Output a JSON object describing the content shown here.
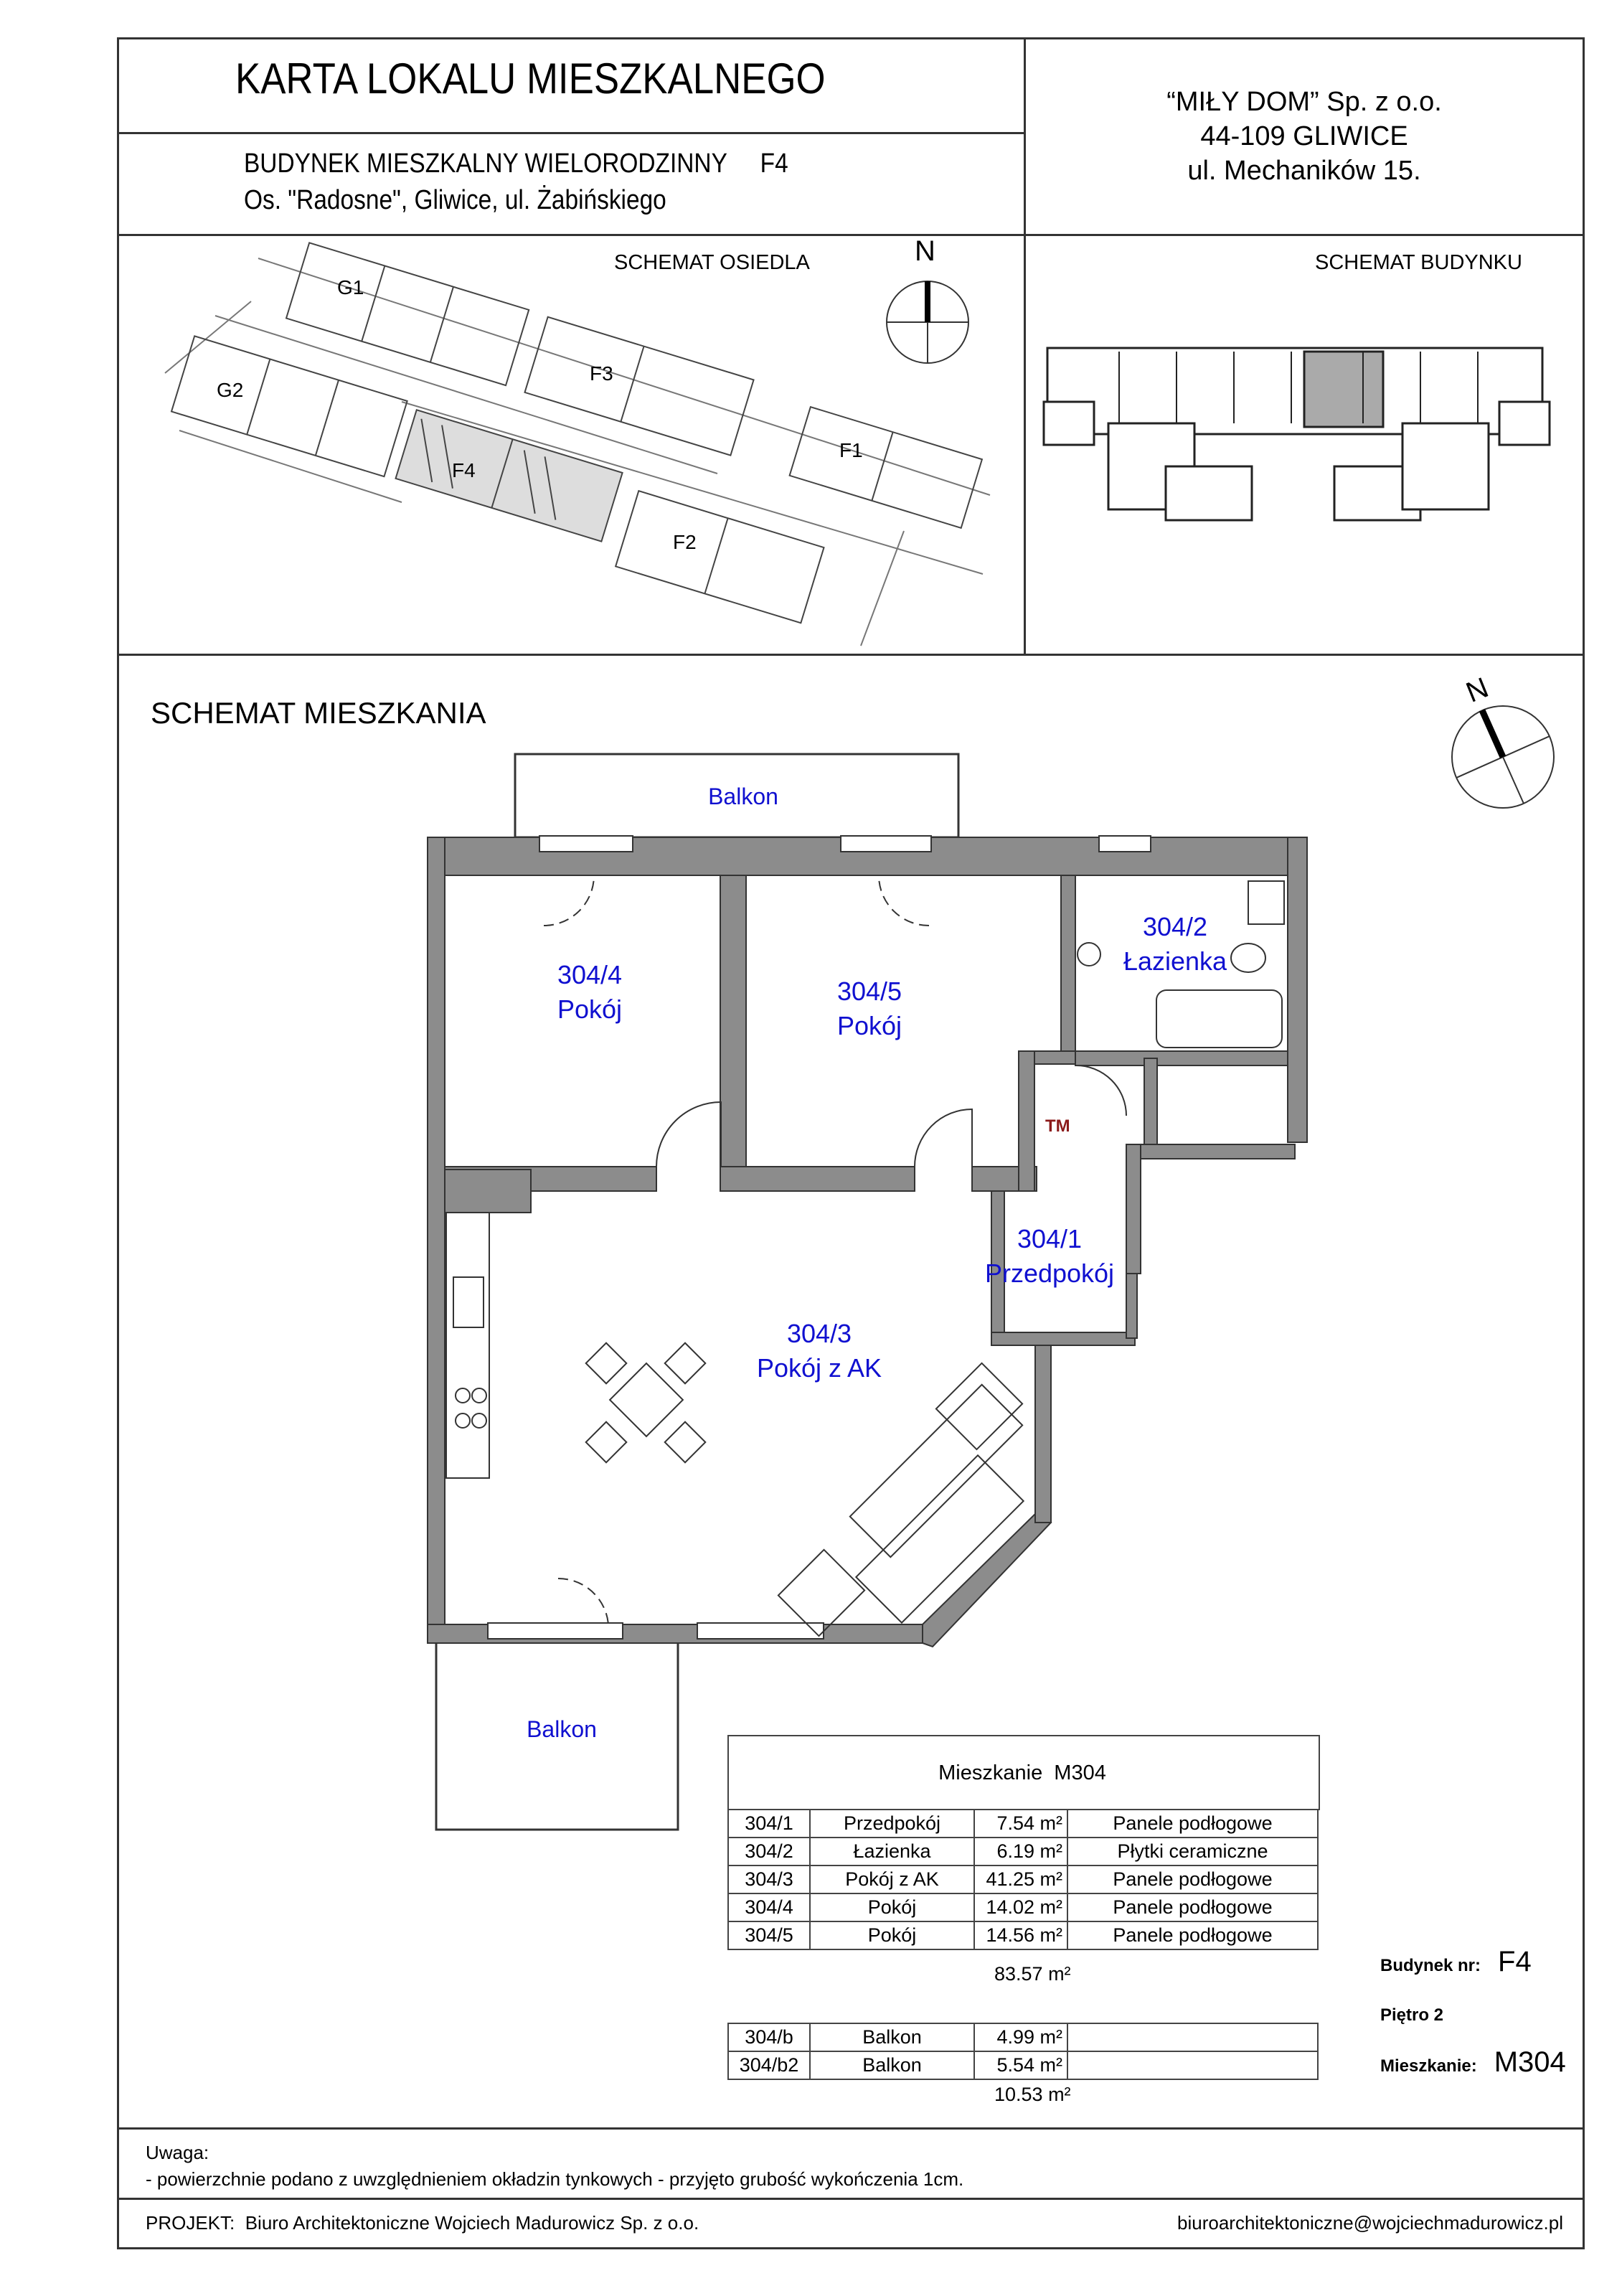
{
  "header": {
    "title": "KARTA LOKALU MIESZKALNEGO",
    "building_line": "BUDYNEK MIESZKALNY WIELORODZINNY",
    "building_code": "F4",
    "address_line": "Os. \"Radosne\", Gliwice, ul. Żabińskiego",
    "company": [
      "“MIŁY DOM” Sp. z o.o.",
      "44-109 GLIWICE",
      "ul. Mechaników 15."
    ]
  },
  "site_scheme": {
    "title": "SCHEMAT OSIEDLA",
    "north": "N",
    "buildings": [
      "G1",
      "G2",
      "F3",
      "F1",
      "F4",
      "F2"
    ]
  },
  "building_scheme": {
    "title": "SCHEMAT BUDYNKU"
  },
  "apartment_scheme": {
    "title": "SCHEMAT MIESZKANIA",
    "north": "N",
    "balcony_top": "Balkon",
    "balcony_bottom": "Balkon",
    "rooms": [
      {
        "id": "304/4",
        "name": "Pokój"
      },
      {
        "id": "304/5",
        "name": "Pokój"
      },
      {
        "id": "304/2",
        "name": "Łazienka"
      },
      {
        "id": "304/1",
        "name": "Przedpokój"
      },
      {
        "id": "304/3",
        "name": "Pokój z AK"
      }
    ],
    "tm_label": "TM",
    "room_color": "#1010d0",
    "tm_color": "#8b1a1a"
  },
  "area_table": {
    "title": "Mieszkanie  M304",
    "rows": [
      [
        "304/1",
        "Przedpokój",
        "7.54 m²",
        "Panele podłogowe"
      ],
      [
        "304/2",
        "Łazienka",
        "6.19 m²",
        "Płytki ceramiczne"
      ],
      [
        "304/3",
        "Pokój z AK",
        "41.25 m²",
        "Panele podłogowe"
      ],
      [
        "304/4",
        "Pokój",
        "14.02 m²",
        "Panele podłogowe"
      ],
      [
        "304/5",
        "Pokój",
        "14.56 m²",
        "Panele podłogowe"
      ]
    ],
    "total": "83.57 m²",
    "balcony_rows": [
      [
        "304/b",
        "Balkon",
        "4.99 m²",
        ""
      ],
      [
        "304/b2",
        "Balkon",
        "5.54 m²",
        ""
      ]
    ],
    "balcony_total": "10.53 m²"
  },
  "info": {
    "building_label": "Budynek nr:",
    "building_value": "F4",
    "floor_label": "Piętro 2",
    "apartment_label": "Mieszkanie:",
    "apartment_value": "M304"
  },
  "notes": {
    "heading": "Uwaga:",
    "text": "- powierzchnie podano z uwzględnieniem okładzin tynkowych - przyjęto grubość wykończenia 1cm."
  },
  "footer": {
    "project": "PROJEKT:  Biuro Architektoniczne Wojciech Madurowicz Sp. z o.o.",
    "email": "biuroarchitektoniczne@wojciechmadurowicz.pl"
  }
}
